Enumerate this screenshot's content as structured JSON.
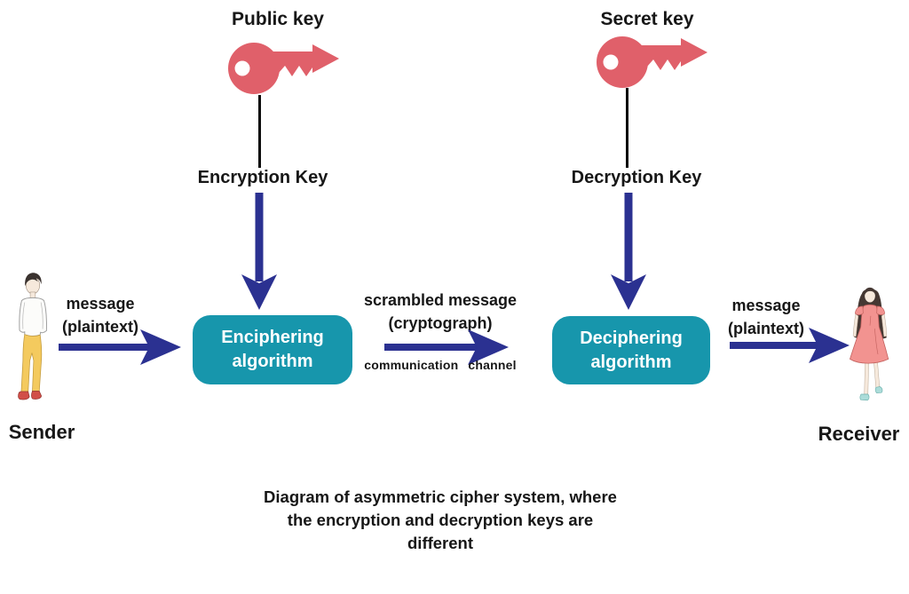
{
  "colors": {
    "background": "#ffffff",
    "key_red": "#e0606a",
    "arrow_navy": "#2b3191",
    "box_teal": "#1796ac",
    "text_dark": "#171717",
    "box_text": "#ffffff",
    "connector_black": "#0a0a0a"
  },
  "encryption": {
    "key_title": "Public key",
    "key_label": "Encryption Key",
    "box_line1": "Enciphering",
    "box_line2": "algorithm"
  },
  "decryption": {
    "key_title": "Secret key",
    "key_label": "Decryption Key",
    "box_line1": "Deciphering",
    "box_line2": "algorithm"
  },
  "sender": {
    "label": "Sender",
    "message_line1": "message",
    "message_line2": "(plaintext)"
  },
  "receiver": {
    "label": "Receiver",
    "message_line1": "message",
    "message_line2": "(plaintext)"
  },
  "channel": {
    "label_line1": "scrambled message",
    "label_line2": "(cryptograph)",
    "sublabel": "communication channel"
  },
  "caption": {
    "line1": "Diagram of asymmetric cipher system, where",
    "line2": "the encryption and decryption keys are",
    "line3": "different"
  },
  "icons": {
    "public_key": "key-icon",
    "secret_key": "key-icon",
    "flow_arrows": "navy-dart-arrow",
    "sender_figure": "standing-man-illustration",
    "receiver_figure": "standing-woman-illustration"
  }
}
